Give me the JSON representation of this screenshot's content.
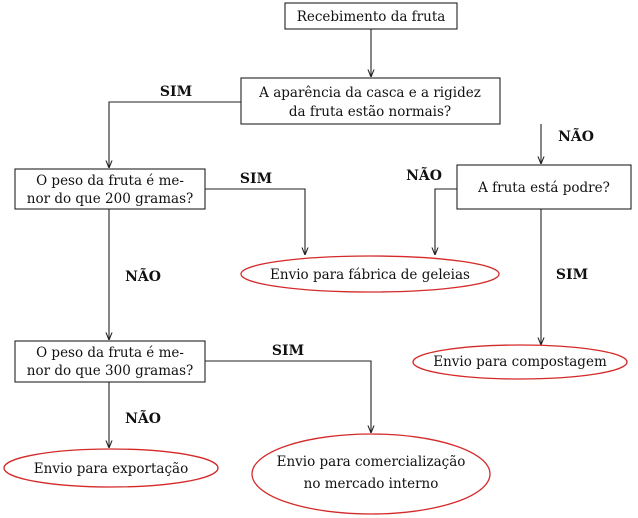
{
  "nodes": {
    "receipt": {
      "lines": [
        "Recebimento da fruta"
      ]
    },
    "appearance": {
      "lines": [
        "A aparência da casca e a rigidez",
        "da fruta estão normais?"
      ]
    },
    "weight200": {
      "lines": [
        "O peso da fruta é me-",
        "nor do que 200 gramas?"
      ]
    },
    "rotten": {
      "lines": [
        "A fruta está podre?"
      ]
    },
    "jam": {
      "lines": [
        "Envio para fábrica de geleias"
      ]
    },
    "weight300": {
      "lines": [
        "O peso da fruta é me-",
        "nor do que 300 gramas?"
      ]
    },
    "compost": {
      "lines": [
        "Envio para compostagem"
      ]
    },
    "export": {
      "lines": [
        "Envio para exportação"
      ]
    },
    "domestic": {
      "lines": [
        "Envio para comercialização",
        "no mercado interno"
      ]
    }
  },
  "edge_labels": {
    "appearance_yes": "SIM",
    "appearance_no": "NÃO",
    "weight200_yes": "SIM",
    "weight200_no": "NÃO",
    "rotten_no": "NÃO",
    "rotten_yes": "SIM",
    "weight300_yes": "SIM",
    "weight300_no": "NÃO"
  },
  "colors": {
    "terminal_outline": "#d42a2a",
    "decision_outline": "#222222"
  }
}
